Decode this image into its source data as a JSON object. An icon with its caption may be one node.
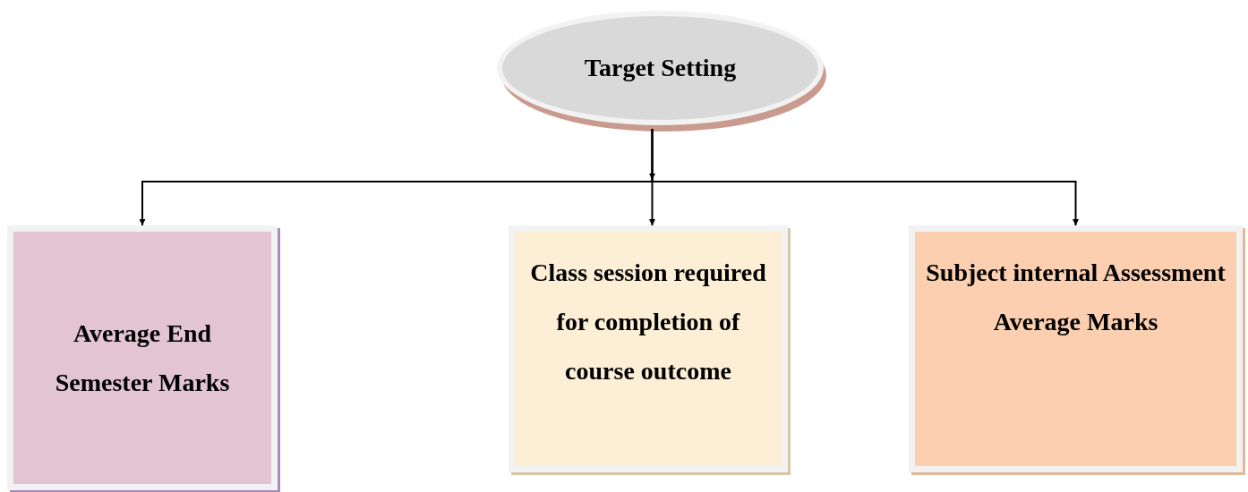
{
  "diagram": {
    "nodes": [
      {
        "text": [
          "Target Setting"
        ]
      },
      {
        "text": [
          "Average End Semester Marks"
        ]
      },
      {
        "text": [
          "Class session required for completion of course outcome"
        ]
      },
      {
        "text": [
          "Subject internal Assessment Average Marks"
        ]
      }
    ],
    "edges": [
      {
        "from": 0,
        "to": 1,
        "arrow": "to"
      },
      {
        "from": 0,
        "to": 2,
        "arrow": "to"
      },
      {
        "from": 0,
        "to": 3,
        "arrow": "to"
      }
    ]
  }
}
